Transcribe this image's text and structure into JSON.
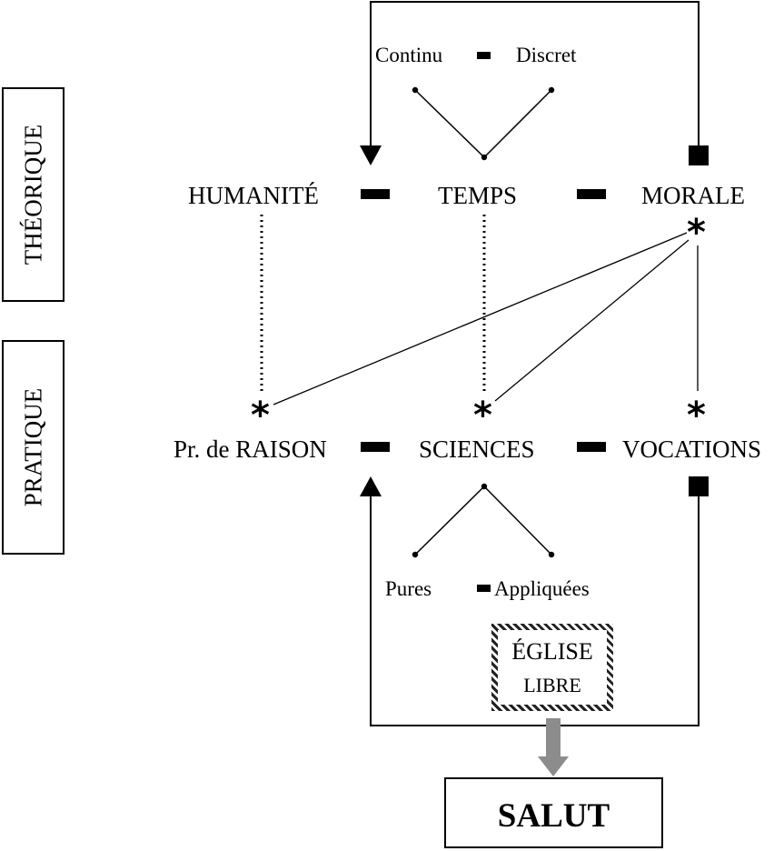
{
  "diagram": {
    "side_labels": {
      "theorique": "THÉORIQUE",
      "pratique": "PRATIQUE"
    },
    "top_split": {
      "left": "Continu",
      "right": "Discret"
    },
    "theory_row": {
      "humanite": "HUMANITÉ",
      "temps": "TEMPS",
      "morale": "MORALE"
    },
    "practice_row": {
      "raison": "Pr. de RAISON",
      "sciences": "SCIENCES",
      "vocations": "VOCATIONS"
    },
    "bottom_split": {
      "left": "Pures",
      "right": "Appliquées"
    },
    "eglise": {
      "line1": "ÉGLISE",
      "line2": "LIBRE"
    },
    "salut": "SALUT",
    "star_glyph": "*"
  },
  "colors": {
    "ink": "#000000",
    "arrow_gray": "#8c8c8c",
    "background": "#ffffff"
  }
}
